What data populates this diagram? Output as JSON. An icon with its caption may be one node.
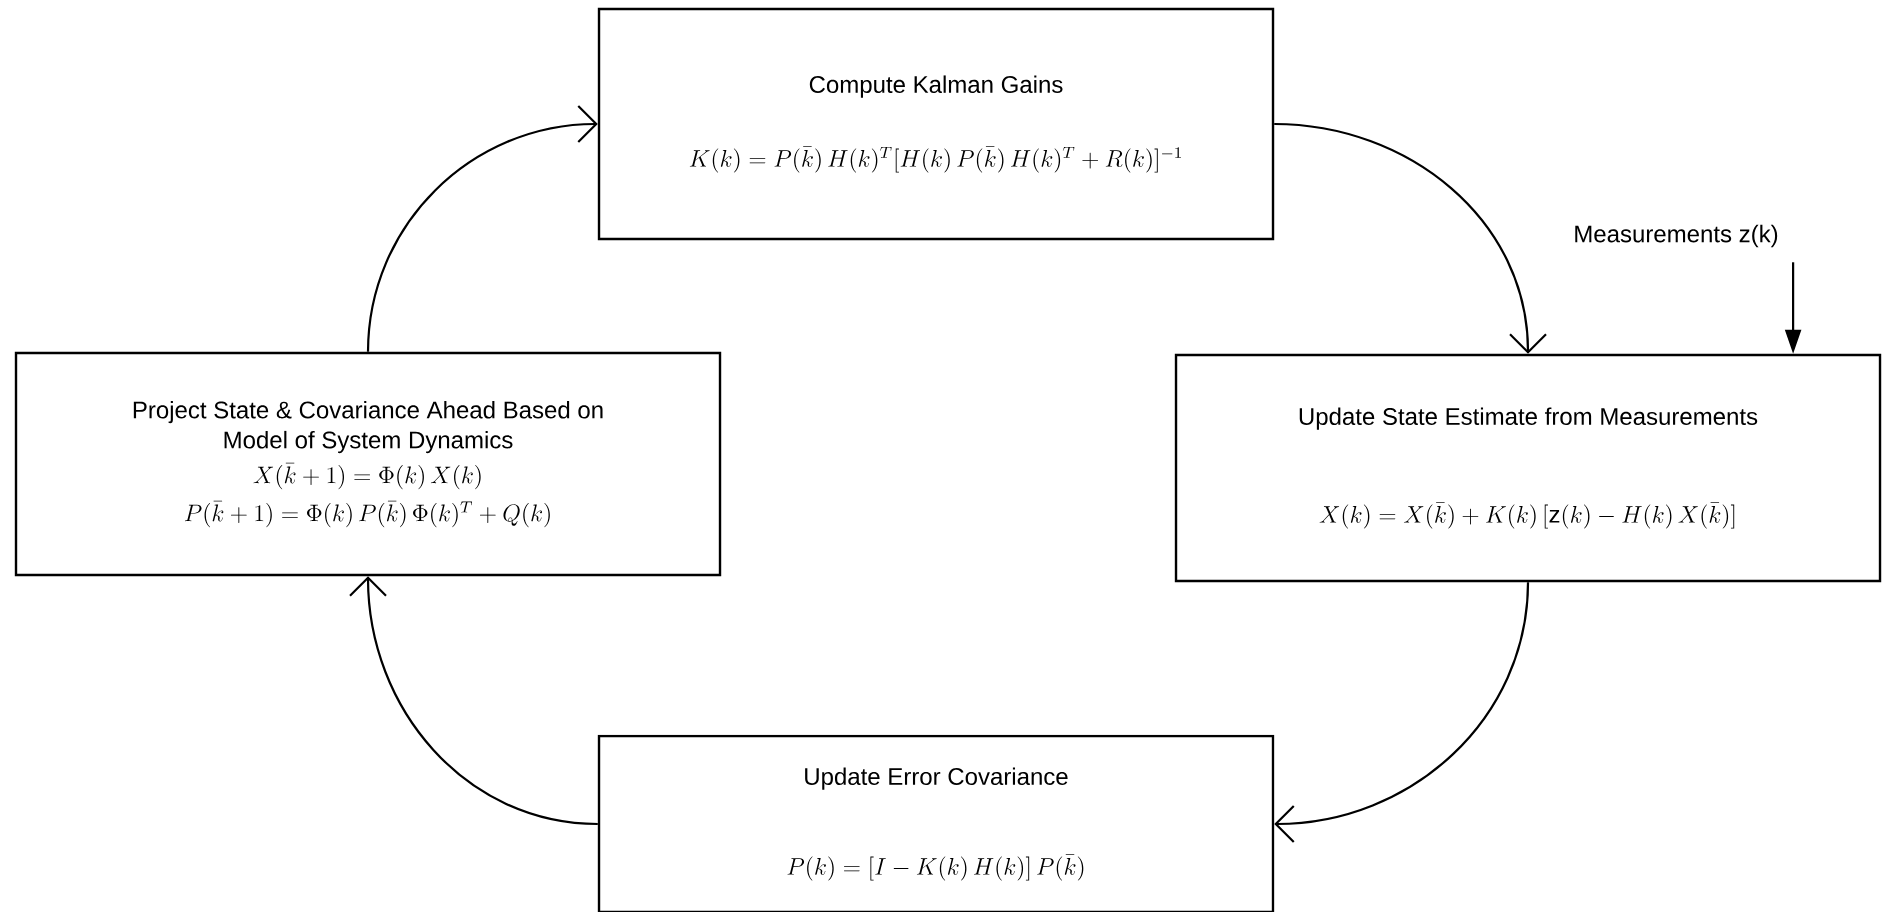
{
  "diagram": {
    "nodes": [
      {
        "text": [
          "Compute Kalman Gains",
          "K(k) = P(\\bar{k})\\, H(k)^T [H(k)\\, P(\\bar{k})\\, H(k)^T + R(k)]^{-1}"
        ]
      },
      {
        "text": [
          "Update State Estimate from Measurements",
          "X(k) = X(\\bar{k}) + K(k)\\, [\\mathrm{z}(k) - H(k)\\, X(\\bar{k})]"
        ]
      },
      {
        "text": [
          "Update Error Covariance",
          "P(k) = [I - K(k)\\, H(k)]\\, P(\\bar{k})"
        ]
      },
      {
        "text": [
          "Project State & Covariance Ahead Based on Model of System Dynamics",
          "X(\\bar{k}+1) = \\Phi(k)\\, X(k)",
          "P(\\bar{k}+1) = \\Phi(k)\\, P(\\bar{k})\\, \\Phi(k)^T + Q(k)"
        ]
      },
      {
        "text": [
          "Measurements z(k)"
        ]
      }
    ],
    "edges": [
      {
        "from": 0,
        "to": 1,
        "arrow": "to"
      },
      {
        "from": 1,
        "to": 2,
        "arrow": "to"
      },
      {
        "from": 2,
        "to": 3,
        "arrow": "to"
      },
      {
        "from": 3,
        "to": 0,
        "arrow": "to"
      },
      {
        "from": 4,
        "to": 1,
        "arrow": "to"
      }
    ]
  }
}
